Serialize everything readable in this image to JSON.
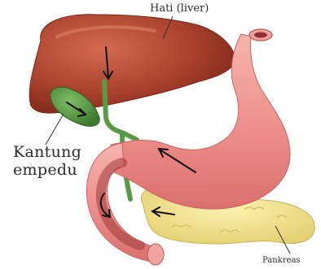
{
  "labels": {
    "liver": "Hati (liver)",
    "gallbladder_line1": "Kantung",
    "gallbladder_line2": "empedu",
    "pancreas": "Pankreas"
  },
  "colors": {
    "liver": "#a8402c",
    "stomach": "#ee8e8a",
    "gallbladder": "#4f8c3c",
    "pancreas": "#efe08a",
    "arrow": "#111111"
  }
}
